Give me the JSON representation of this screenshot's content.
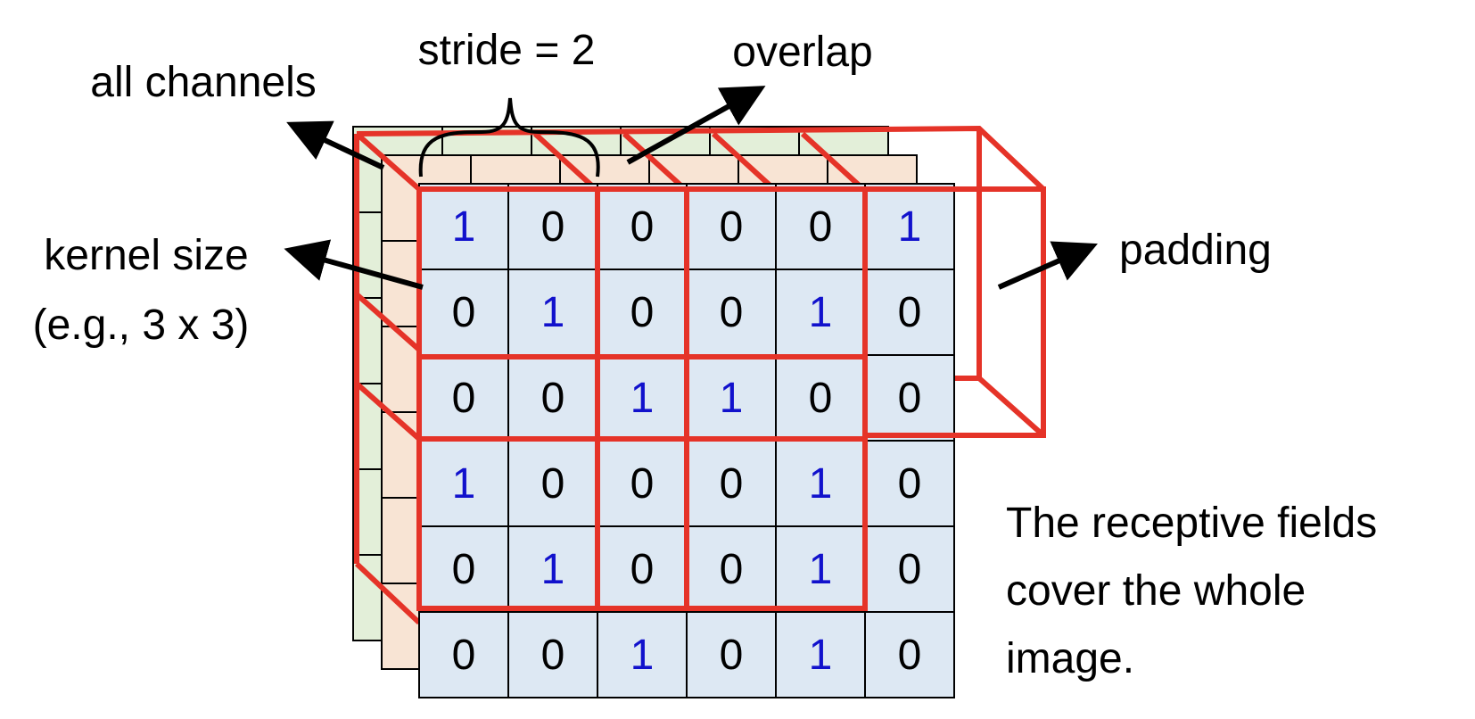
{
  "labels": {
    "stride": "stride = 2",
    "overlap": "overlap",
    "all_channels": "all channels",
    "kernel_size": "kernel size",
    "kernel_example": "(e.g., 3 x 3)",
    "padding": "padding",
    "receptive_line1": "The receptive fields",
    "receptive_line2": "cover the whole",
    "receptive_line3": "image."
  },
  "grid": [
    [
      "1",
      "0",
      "0",
      "0",
      "0",
      "1"
    ],
    [
      "0",
      "1",
      "0",
      "0",
      "1",
      "0"
    ],
    [
      "0",
      "0",
      "1",
      "1",
      "0",
      "0"
    ],
    [
      "1",
      "0",
      "0",
      "0",
      "1",
      "0"
    ],
    [
      "0",
      "1",
      "0",
      "0",
      "1",
      "0"
    ],
    [
      "0",
      "0",
      "1",
      "0",
      "1",
      "0"
    ]
  ],
  "colors": {
    "front_channel": "#dde8f3",
    "middle_channel": "#f8e4d4",
    "back_channel": "#e3efd9",
    "grid_line": "#000000",
    "kernel_outline": "#e53328",
    "value_one": "#1111cc",
    "value_zero": "#000000"
  }
}
